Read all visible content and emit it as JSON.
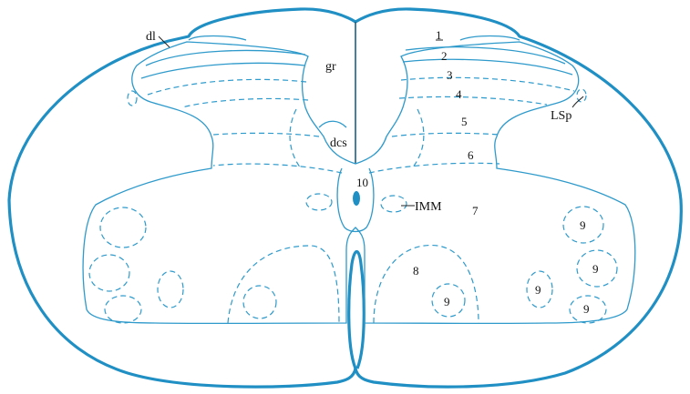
{
  "labels": {
    "dl": "dl",
    "gr": "gr",
    "dcs": "dcs",
    "lsp": "LSp",
    "imm": "IMM",
    "lamina_1": "1",
    "lamina_2": "2",
    "lamina_3": "3",
    "lamina_4": "4",
    "lamina_5": "5",
    "lamina_6": "6",
    "lamina_7": "7",
    "lamina_8": "8",
    "lamina_10": "10",
    "lamina_9": "9"
  },
  "colors": {
    "outline": "#1f8fc4",
    "text": "#111111",
    "background": "#ffffff"
  }
}
